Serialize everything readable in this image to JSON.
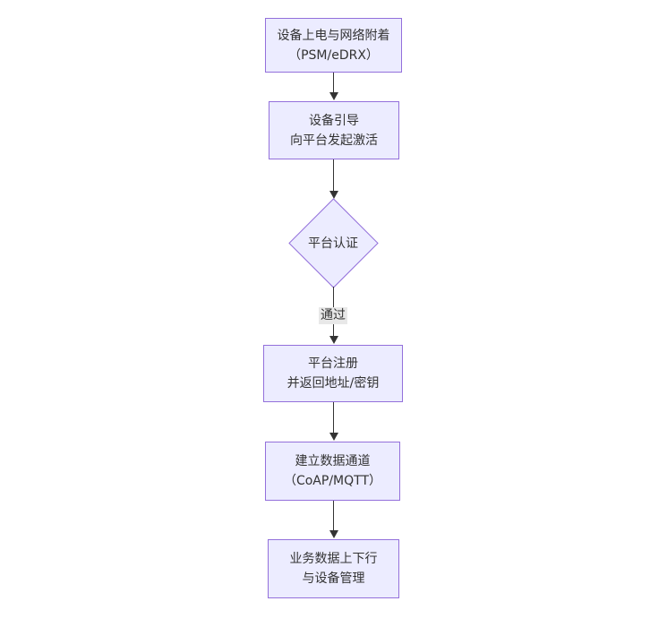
{
  "diagram": {
    "type": "flowchart",
    "direction": "top-down",
    "colors": {
      "background": "#ffffff",
      "node_fill": "#ECECFF",
      "node_border": "#9370DB",
      "edge_line": "#333333",
      "text": "#333333",
      "edge_label_bg": "#e8e8e8"
    },
    "nodes": [
      {
        "id": "A",
        "shape": "rect",
        "lines": [
          "设备上电与网络附着",
          "（PSM/eDRX）"
        ]
      },
      {
        "id": "B",
        "shape": "rect",
        "lines": [
          "设备引导",
          "向平台发起激活"
        ]
      },
      {
        "id": "C",
        "shape": "diamond",
        "lines": [
          "平台认证"
        ]
      },
      {
        "id": "D",
        "shape": "rect",
        "lines": [
          "平台注册",
          "并返回地址/密钥"
        ]
      },
      {
        "id": "E",
        "shape": "rect",
        "lines": [
          "建立数据通道",
          "（CoAP/MQTT）"
        ]
      },
      {
        "id": "F",
        "shape": "rect",
        "lines": [
          "业务数据上下行",
          "与设备管理"
        ]
      }
    ],
    "edges": [
      {
        "from": "A",
        "to": "B",
        "label": ""
      },
      {
        "from": "B",
        "to": "C",
        "label": ""
      },
      {
        "from": "C",
        "to": "D",
        "label": "通过"
      },
      {
        "from": "D",
        "to": "E",
        "label": ""
      },
      {
        "from": "E",
        "to": "F",
        "label": ""
      }
    ]
  }
}
